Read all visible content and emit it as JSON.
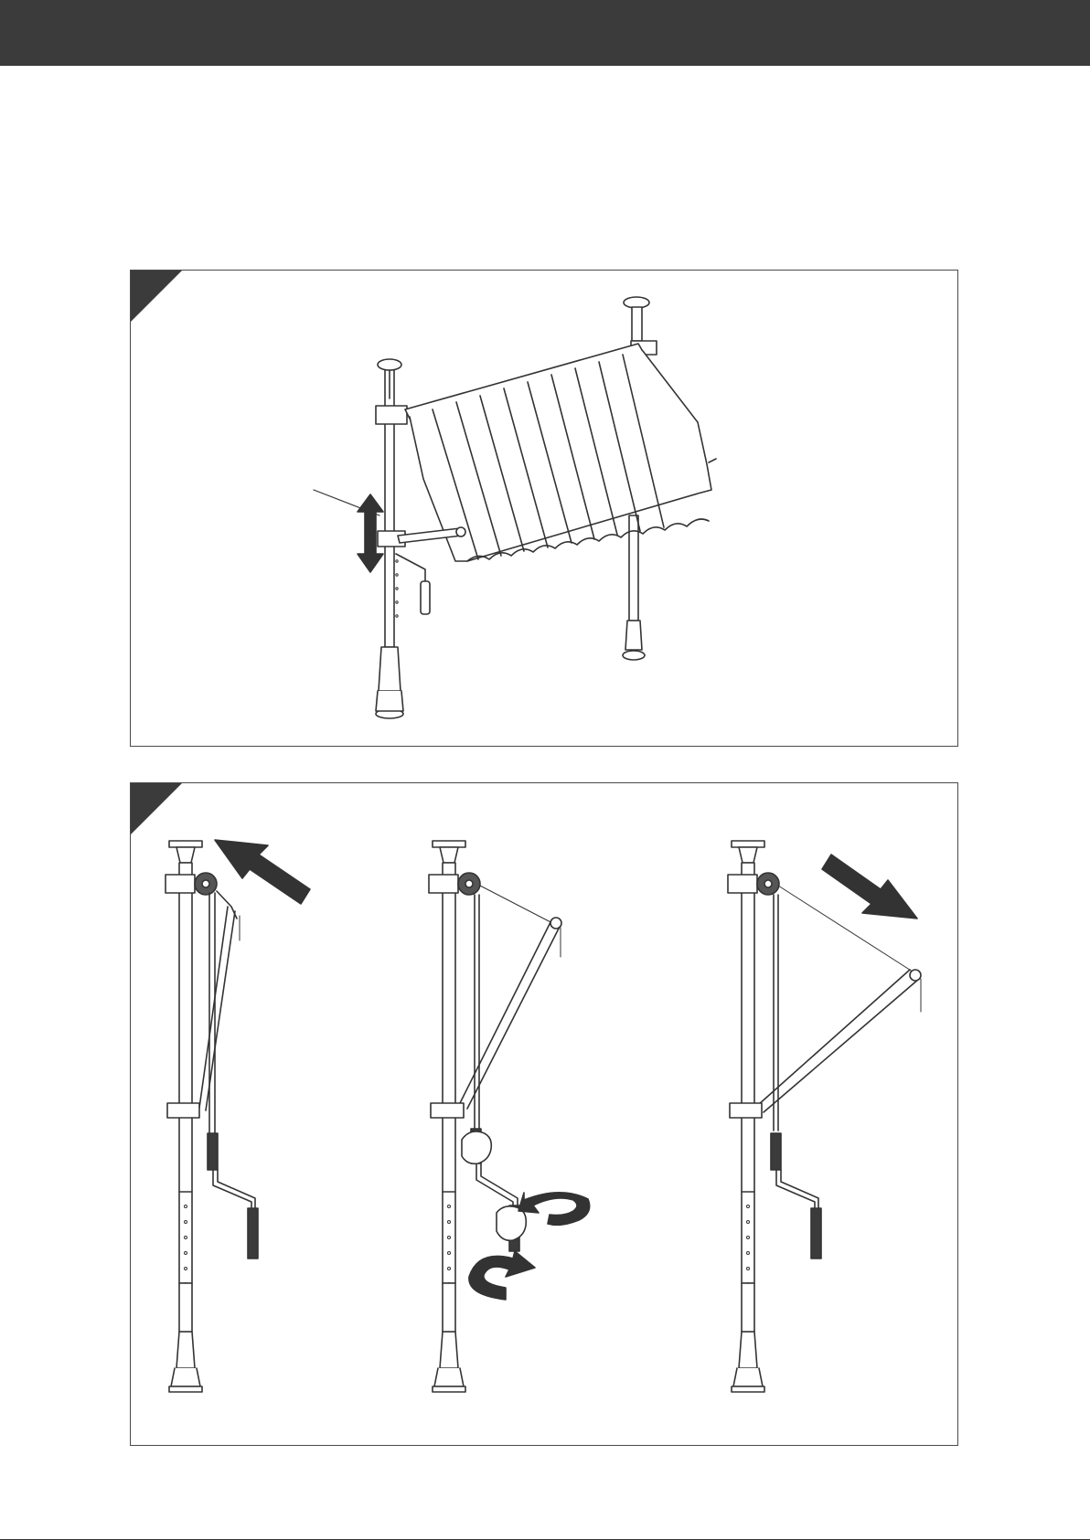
{
  "header": {
    "color": "#3b3b3b"
  },
  "panels": [
    {
      "id": "step-1",
      "icons": [
        "awning-assembly-illustration",
        "double-arrow-icon",
        "callout-line"
      ]
    },
    {
      "id": "step-2",
      "icons": [
        "pole-arm-folded",
        "pole-arm-cranking",
        "pole-arm-extended",
        "arrow-up-left-icon",
        "rotate-arrow-icon",
        "arrow-down-right-icon"
      ]
    }
  ],
  "footer": {
    "page_number": ""
  }
}
